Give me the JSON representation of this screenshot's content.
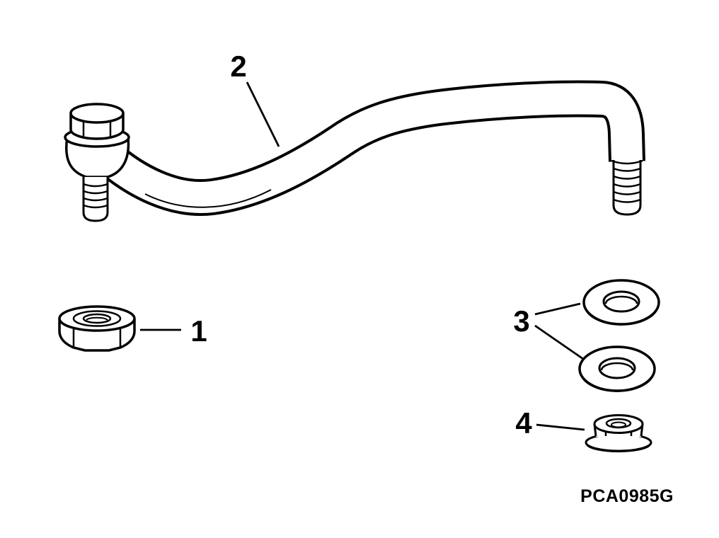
{
  "figure": {
    "colors": {
      "ink": "#000000",
      "paper": "#ffffff"
    },
    "part_code": "PCA0985G",
    "callouts": {
      "c1": "1",
      "c2": "2",
      "c3": "3",
      "c4": "4"
    }
  }
}
